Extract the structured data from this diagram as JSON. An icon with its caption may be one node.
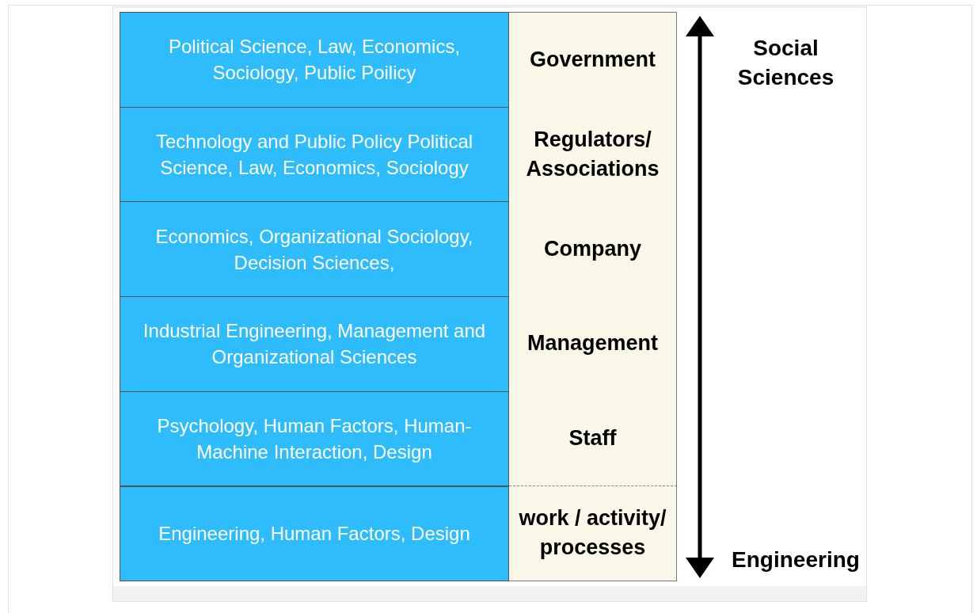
{
  "diagram": {
    "labels": [
      "Political Science, Law, Economics, Sociology, Public Poilicy",
      "Government",
      "Technology and Public Policy Political Science, Law, Economics, Sociology",
      "Regulators/ Associations",
      "Economics, Organizational Sociology, Decision Sciences,",
      "Company",
      "Industrial Engineering, Management and Organizational Sciences",
      "Management",
      "Psychology, Human Factors, Human-Machine Interaction, Design",
      "Staff",
      "Engineering, Human Factors, Design",
      "work / activity/ processes",
      "Social Sciences",
      "Engineering"
    ]
  }
}
